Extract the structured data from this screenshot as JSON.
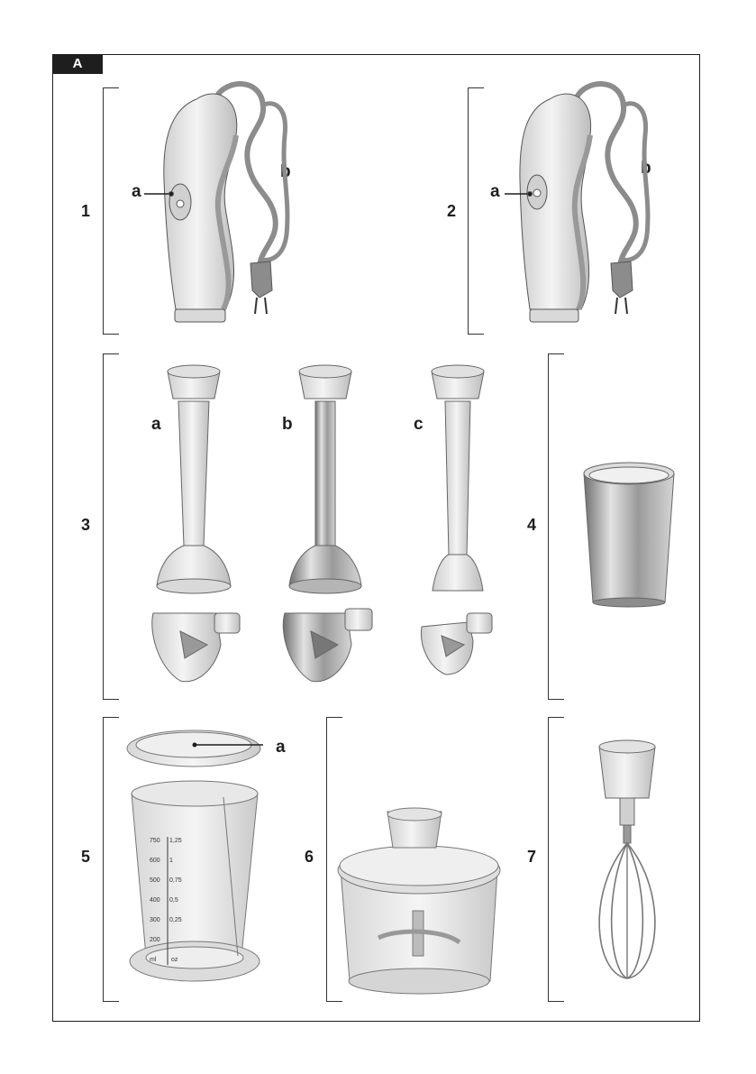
{
  "panel": {
    "tab_label": "A"
  },
  "figures": [
    {
      "number": "1",
      "labels": [
        "a",
        "b"
      ]
    },
    {
      "number": "2",
      "labels": [
        "a",
        "b"
      ]
    },
    {
      "number": "3",
      "labels": [
        "a",
        "b",
        "c"
      ]
    },
    {
      "number": "4",
      "labels": []
    },
    {
      "number": "5",
      "labels": [
        "a"
      ],
      "scale_left": [
        "750",
        "600",
        "500",
        "400",
        "300",
        "200",
        "ml"
      ],
      "scale_left_liters": [
        "1,25",
        "1",
        "0,75",
        "0,5",
        "0,25"
      ],
      "scale_oz": [
        "oz"
      ]
    },
    {
      "number": "6",
      "labels": []
    },
    {
      "number": "7",
      "labels": []
    }
  ],
  "colors": {
    "ink": "#1e1e1e",
    "plastic": "#e6e6e6",
    "shade": "#b8b8b8",
    "metal": "#9a9a9a"
  }
}
